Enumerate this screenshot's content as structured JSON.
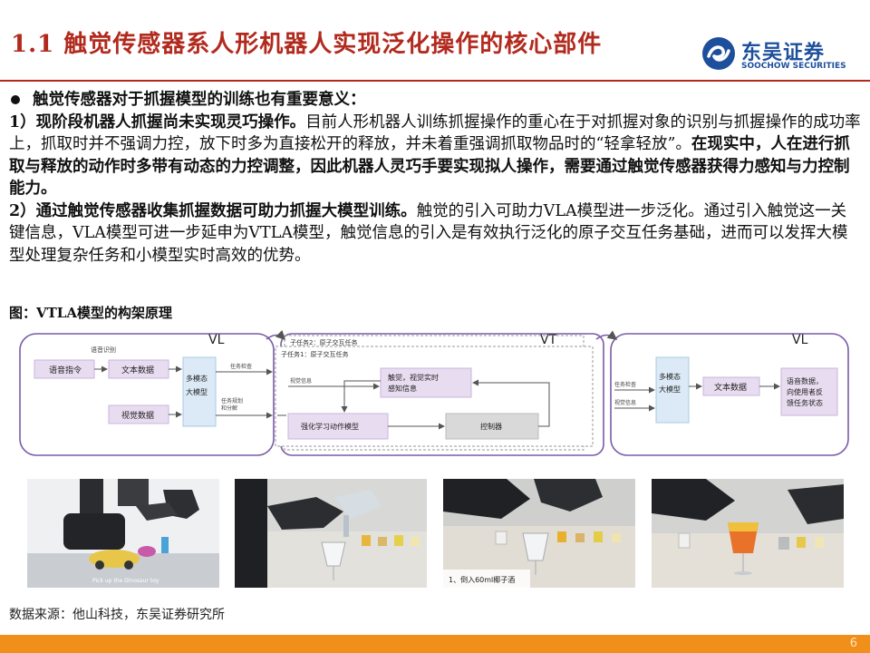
{
  "header": {
    "title": "1.1 触觉传感器系人形机器人实现泛化操作的核心部件",
    "logo_cn": "东吴证券",
    "logo_en": "SOOCHOW SECURITIES"
  },
  "body": {
    "bullet_heading": "触觉传感器对于抓握模型的训练也有重要意义：",
    "p1_bold": "1）现阶段机器人抓握尚未实现灵巧操作。",
    "p1_text": "目前人形机器人训练抓握操作的重心在于对抓握对象的识别与抓握操作的成功率上，抓取时并不强调力控，放下时多为直接松开的释放，并未着重强调抓取物品时的“轻拿轻放”。",
    "p1_bold2": "在现实中，人在进行抓取与释放的动作时多带有动态的力控调整，因此机器人灵巧手要实现拟人操作，需要通过触觉传感器获得力感知与力控制能力。",
    "p2_bold": "2）通过触觉传感器收集抓握数据可助力抓握大模型训练。",
    "p2_text": "触觉的引入可助力VLA模型进一步泛化。通过引入触觉这一关键信息，VLA模型可进一步延申为VTLA模型，触觉信息的引入是有效执行泛化的原子交互任务基础，进而可以发挥大模型处理复杂任务和小模型实时高效的优势。"
  },
  "figure": {
    "caption": "图：VTLA模型的构架原理",
    "vl_left": {
      "label": "VL",
      "speech_recog": "语音识别",
      "voice_cmd": "语音指令",
      "text_data": "文本数据",
      "visual_data": "视觉数据",
      "multimodal_line1": "多模态",
      "multimodal_line2": "大模型",
      "task_check": "任务检查",
      "task_plan_line1": "任务规划",
      "task_plan_line2": "和分解"
    },
    "vt": {
      "label": "VT",
      "subtask2": "子任务2：原子交互任务",
      "subtask1": "子任务1：原子交互任务",
      "visual_info": "视觉信息",
      "tactile_line1": "触觉，视觉实时",
      "tactile_line2": "感知信息",
      "rl_model": "强化学习动作模型",
      "controller": "控制器"
    },
    "vl_right": {
      "label": "VL",
      "task_check": "任务检查",
      "visual_info": "视觉信息",
      "multimodal_line1": "多模态",
      "multimodal_line2": "大模型",
      "text_data": "文本数据",
      "output_line1": "语音数据，",
      "output_line2": "向使用者反",
      "output_line3": "馈任务状态"
    },
    "photo_captions": {
      "photo1": "Pick up the Dinosaur toy",
      "photo3": "1、倒入60ml椰子酒"
    }
  },
  "footer": {
    "source": "数据来源：他山科技，东吴证券研究所",
    "page_number": "6"
  },
  "colors": {
    "title_red": "#b22a1e",
    "brand_blue": "#1d4f9c",
    "footer_orange": "#f08f1a",
    "diagram_purple": "#7b5aa6",
    "box_lavender": "#e8dcf0",
    "box_lightblue": "#dbeaf6",
    "box_gray": "#d9d9d9"
  },
  "icons": [
    "soochow-logo-icon",
    "bullet-icon"
  ]
}
